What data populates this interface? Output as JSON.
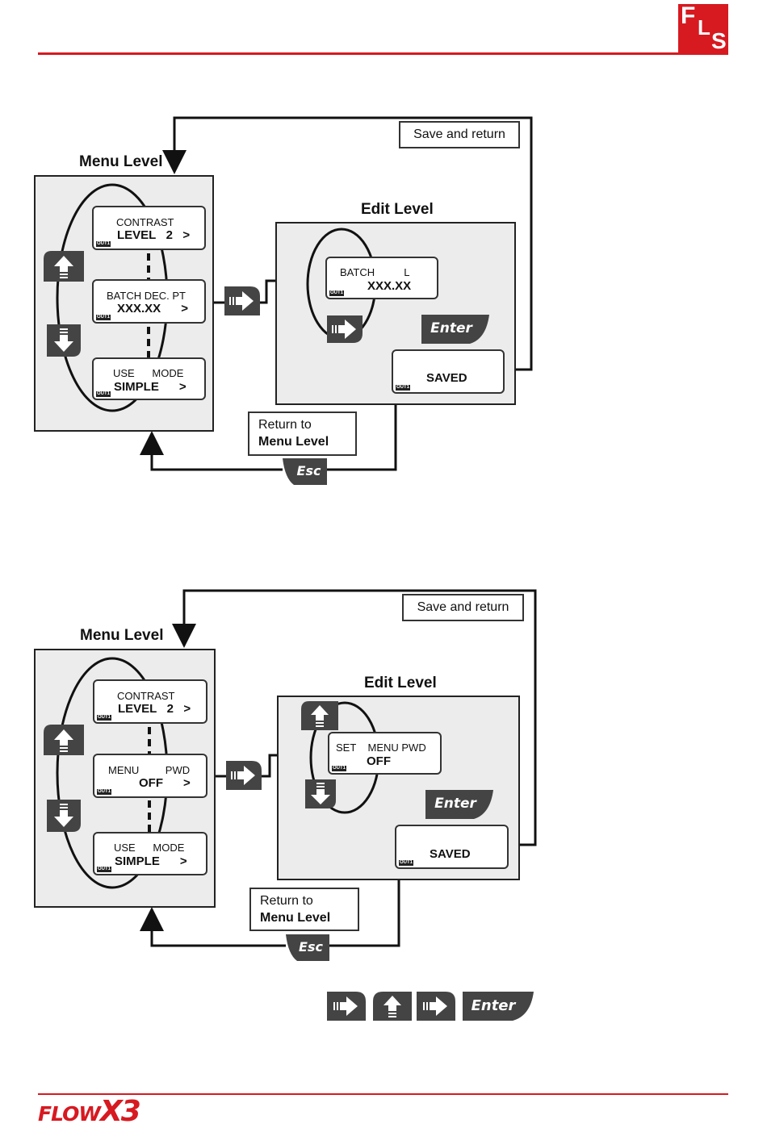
{
  "header": {
    "brand_letters": [
      "F",
      "L",
      "S"
    ],
    "accent_color": "#d71920"
  },
  "diagram1": {
    "menu_title": "Menu Level",
    "edit_title": "Edit Level",
    "menu_items": [
      {
        "line1": "CONTRAST",
        "line2": "LEVEL   2   >"
      },
      {
        "line1": "BATCH DEC. PT",
        "line2": "XXX.XX      >"
      },
      {
        "line1": "USE      MODE",
        "line2": "SIMPLE      >"
      }
    ],
    "edit_item": {
      "line1": "BATCH          L",
      "line2": "XXX.XX"
    },
    "saved_label": "SAVED",
    "save_return": "Save and return",
    "return_line1": "Return to",
    "return_line2": "Menu Level",
    "out_label": "OUT1",
    "enter_label": "Enter",
    "esc_label": "Esc"
  },
  "diagram2": {
    "menu_title": "Menu Level",
    "edit_title": "Edit Level",
    "menu_items": [
      {
        "line1": "CONTRAST",
        "line2": "LEVEL   2   >"
      },
      {
        "line1": "MENU         PWD",
        "line2": "OFF      >"
      },
      {
        "line1": "USE      MODE",
        "line2": "SIMPLE      >"
      }
    ],
    "edit_item": {
      "line1": "SET    MENU PWD",
      "line2": "OFF"
    },
    "saved_label": "SAVED",
    "save_return": "Save and return",
    "return_line1": "Return to",
    "return_line2": "Menu Level",
    "out_label": "OUT1",
    "enter_label": "Enter",
    "esc_label": "Esc"
  },
  "key_sequence": [
    {
      "key": "right-arrow-key"
    },
    {
      "key": "up-arrow-key"
    },
    {
      "key": "right-arrow-key"
    },
    {
      "key": "enter-key",
      "label": "Enter"
    }
  ],
  "footer": {
    "brand_flow": "FLOW",
    "brand_x3": "X3"
  }
}
